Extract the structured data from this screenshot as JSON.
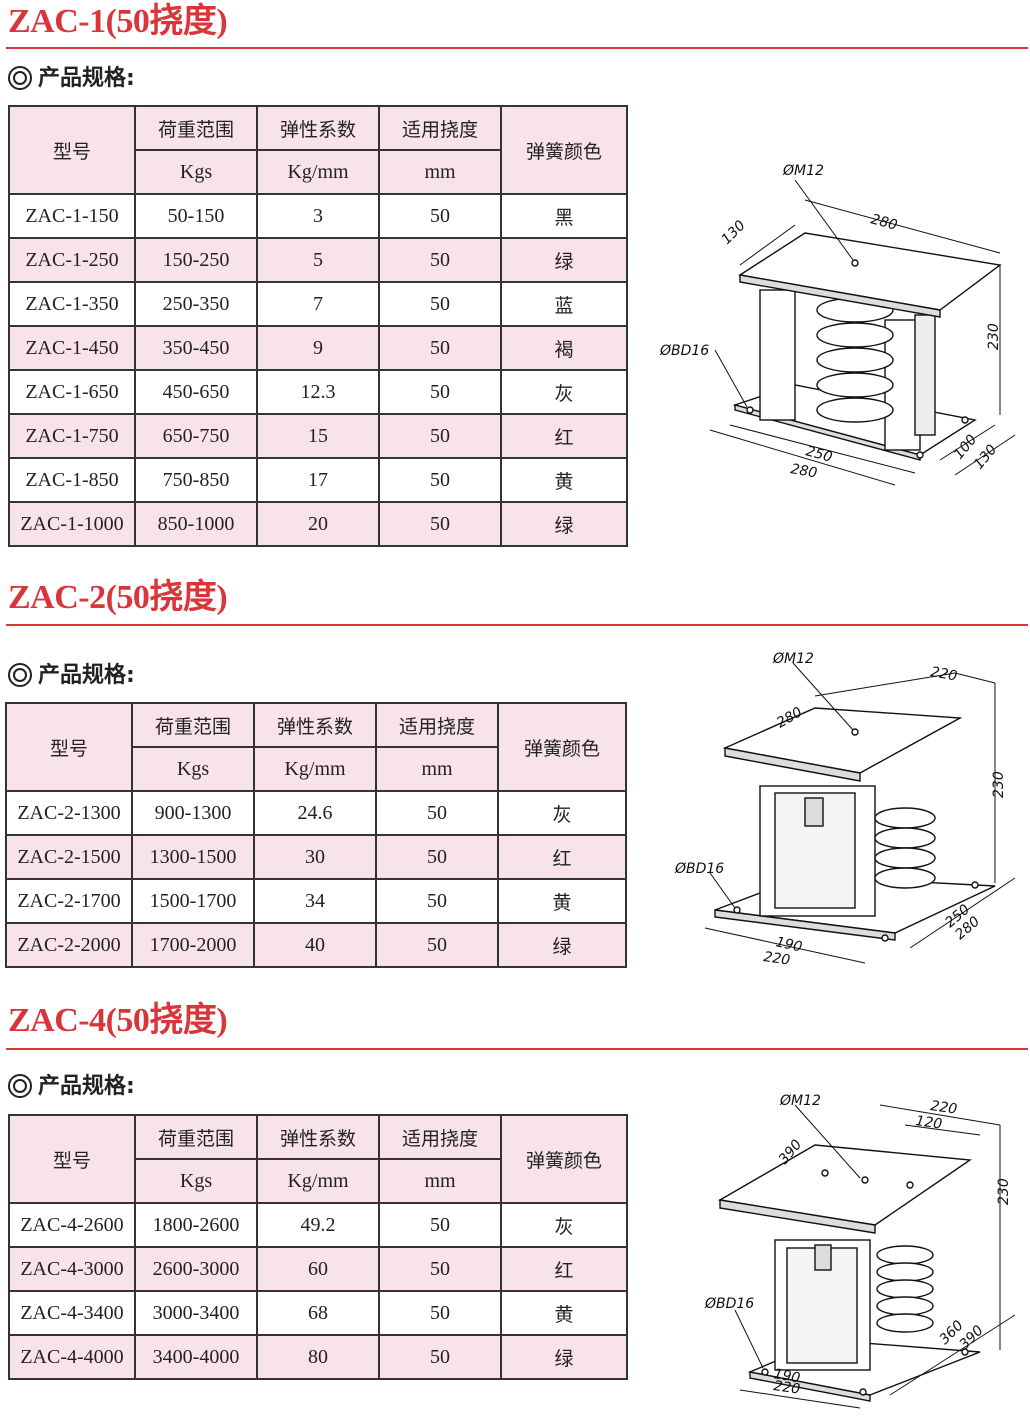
{
  "spec_label": "产品规格:",
  "headers": {
    "model": "型号",
    "load": "荷重范围",
    "load_unit": "Kgs",
    "stiffness": "弹性系数",
    "stiffness_unit": "Kg/mm",
    "deflection": "适用挠度",
    "deflection_unit": "mm",
    "color": "弹簧颜色"
  },
  "sections": [
    {
      "title": "ZAC-1(50挠度)",
      "rows": [
        [
          "ZAC-1-150",
          "50-150",
          "3",
          "50",
          "黑"
        ],
        [
          "ZAC-1-250",
          "150-250",
          "5",
          "50",
          "绿"
        ],
        [
          "ZAC-1-350",
          "250-350",
          "7",
          "50",
          "蓝"
        ],
        [
          "ZAC-1-450",
          "350-450",
          "9",
          "50",
          "褐"
        ],
        [
          "ZAC-1-650",
          "450-650",
          "12.3",
          "50",
          "灰"
        ],
        [
          "ZAC-1-750",
          "650-750",
          "15",
          "50",
          "红"
        ],
        [
          "ZAC-1-850",
          "750-850",
          "17",
          "50",
          "黄"
        ],
        [
          "ZAC-1-1000",
          "850-1000",
          "20",
          "50",
          "绿"
        ]
      ],
      "drawing": {
        "m": "ØM12",
        "bd": "ØBD16",
        "d1": "280",
        "d2": "130",
        "d3": "230",
        "d4": "250",
        "d5": "280",
        "d6": "100",
        "d7": "130"
      }
    },
    {
      "title": "ZAC-2(50挠度)",
      "rows": [
        [
          "ZAC-2-1300",
          "900-1300",
          "24.6",
          "50",
          "灰"
        ],
        [
          "ZAC-2-1500",
          "1300-1500",
          "30",
          "50",
          "红"
        ],
        [
          "ZAC-2-1700",
          "1500-1700",
          "34",
          "50",
          "黄"
        ],
        [
          "ZAC-2-2000",
          "1700-2000",
          "40",
          "50",
          "绿"
        ]
      ],
      "drawing": {
        "m": "ØM12",
        "bd": "ØBD16",
        "d1": "220",
        "d2": "280",
        "d3": "230",
        "d4": "190",
        "d5": "220",
        "d6": "250",
        "d7": "280"
      }
    },
    {
      "title": "ZAC-4(50挠度)",
      "rows": [
        [
          "ZAC-4-2600",
          "1800-2600",
          "49.2",
          "50",
          "灰"
        ],
        [
          "ZAC-4-3000",
          "2600-3000",
          "60",
          "50",
          "红"
        ],
        [
          "ZAC-4-3400",
          "3000-3400",
          "68",
          "50",
          "黄"
        ],
        [
          "ZAC-4-4000",
          "3400-4000",
          "80",
          "50",
          "绿"
        ]
      ],
      "drawing": {
        "m": "ØM12",
        "bd": "ØBD16",
        "d1": "220",
        "d1b": "120",
        "d2": "390",
        "d3": "230",
        "d4": "190",
        "d5": "220",
        "d6": "360",
        "d7": "390"
      }
    }
  ]
}
